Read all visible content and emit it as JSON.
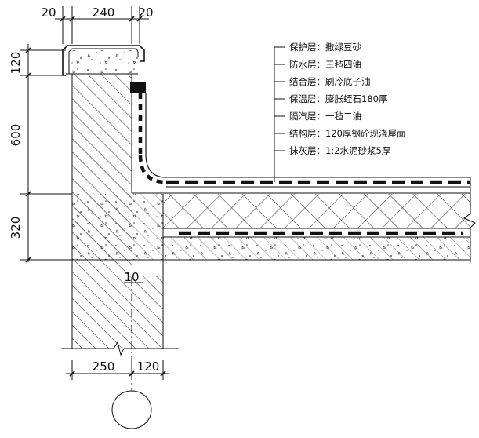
{
  "drawing": {
    "dimensions": {
      "top": [
        "20",
        "240",
        "20"
      ],
      "left": [
        "120",
        "600",
        "320"
      ],
      "bottom": [
        "250",
        "120"
      ],
      "detail": "10"
    },
    "layers": [
      "保护层：撒绿豆砂",
      "防水层：三毡四油",
      "结合层：刷冷底子油",
      "保温层：膨胀蛭石180厚",
      "隔汽层：一毡二油",
      "结构层：120厚钢砼现浇屋面",
      "抹灰层：1:2水泥砂浆5厚"
    ]
  }
}
